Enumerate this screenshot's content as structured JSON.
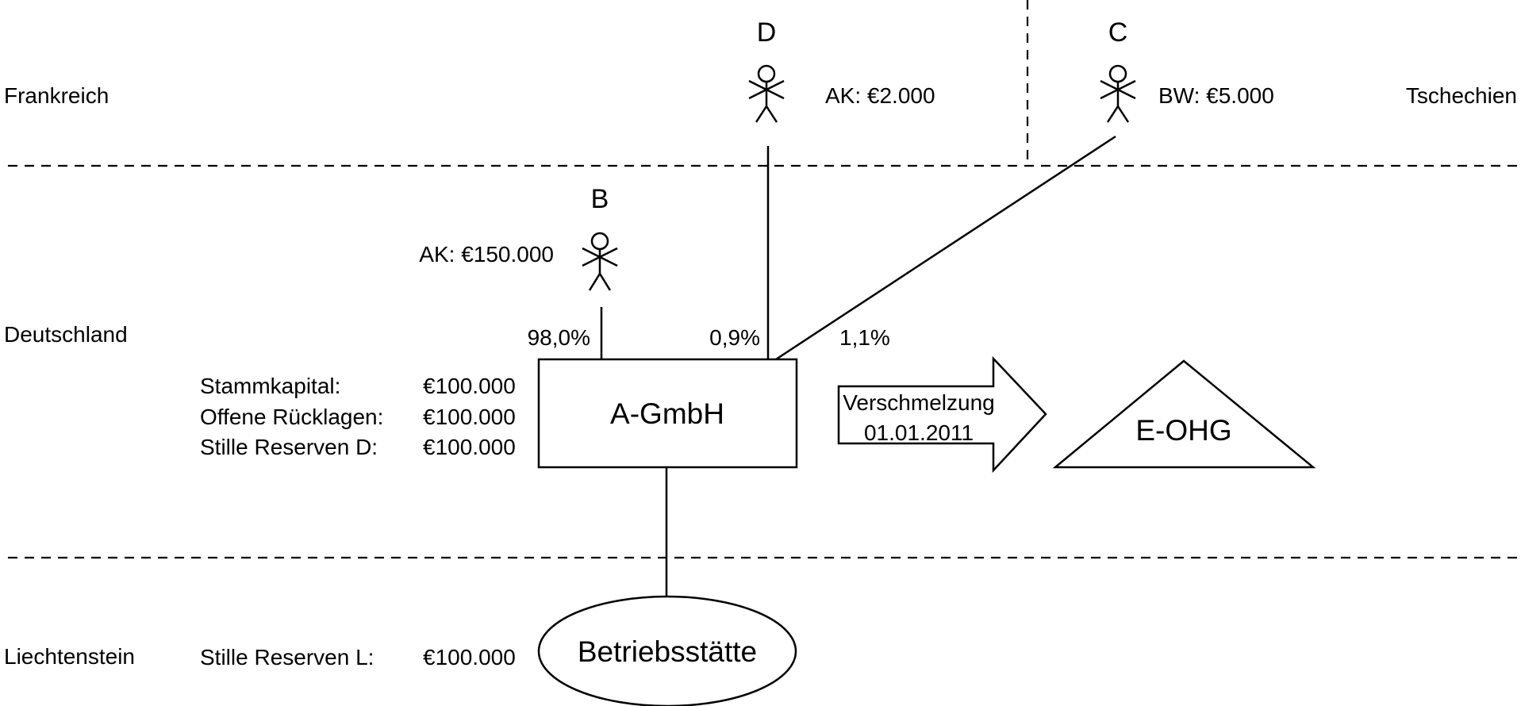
{
  "regions": {
    "frankreich": "Frankreich",
    "tschechien": "Tschechien",
    "deutschland": "Deutschland",
    "liechtenstein": "Liechtenstein"
  },
  "persons": {
    "d": {
      "name": "D",
      "value": "AK: €2.000"
    },
    "c": {
      "name": "C",
      "value": "BW: €5.000"
    },
    "b": {
      "name": "B",
      "value": "AK: €150.000"
    }
  },
  "shares": {
    "b": "98,0%",
    "d": "0,9%",
    "c": "1,1%"
  },
  "gmbh": {
    "name": "A-GmbH",
    "items": [
      {
        "label": "Stammkapital:",
        "value": "€100.000"
      },
      {
        "label": "Offene Rücklagen:",
        "value": "€100.000"
      },
      {
        "label": "Stille Reserven D:",
        "value": "€100.000"
      }
    ]
  },
  "merger": {
    "line1": "Verschmelzung",
    "line2": "01.01.2011"
  },
  "ohg": {
    "name": "E-OHG"
  },
  "betriebsstaette": {
    "name": "Betriebsstätte",
    "reserve_label": "Stille Reserven L:",
    "reserve_value": "€100.000"
  }
}
